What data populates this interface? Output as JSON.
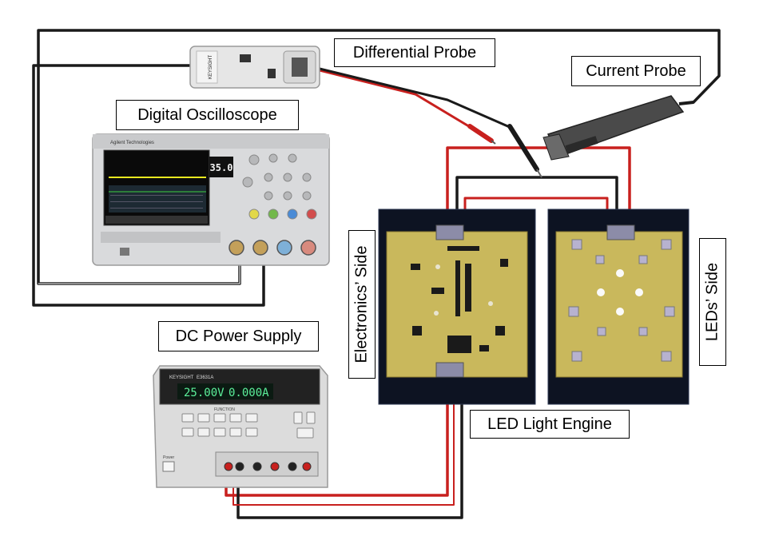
{
  "labels": {
    "differential_probe": "Differential Probe",
    "current_probe": "Current Probe",
    "digital_oscilloscope": "Digital Oscilloscope",
    "dc_power_supply": "DC Power Supply",
    "led_light_engine": "LED Light Engine",
    "electronics_side": "Electronics’ Side",
    "leds_side": "LEDs’ Side"
  },
  "oscilloscope": {
    "readout": "35.0",
    "brand": "Agilent Technologies"
  },
  "power_supply": {
    "brand": "KEYSIGHT",
    "model": "E3631A",
    "display_voltage": "25.00V",
    "display_current": "0.000A",
    "power_label": "Power",
    "function_label": "FUNCTION"
  },
  "diff_probe": {
    "brand": "KEYSIGHT"
  },
  "colors": {
    "wire_red": "#c8201e",
    "wire_black": "#1a1a1a",
    "pcb_gold": "#c9b85c",
    "pcb_background": "#0d1322"
  }
}
